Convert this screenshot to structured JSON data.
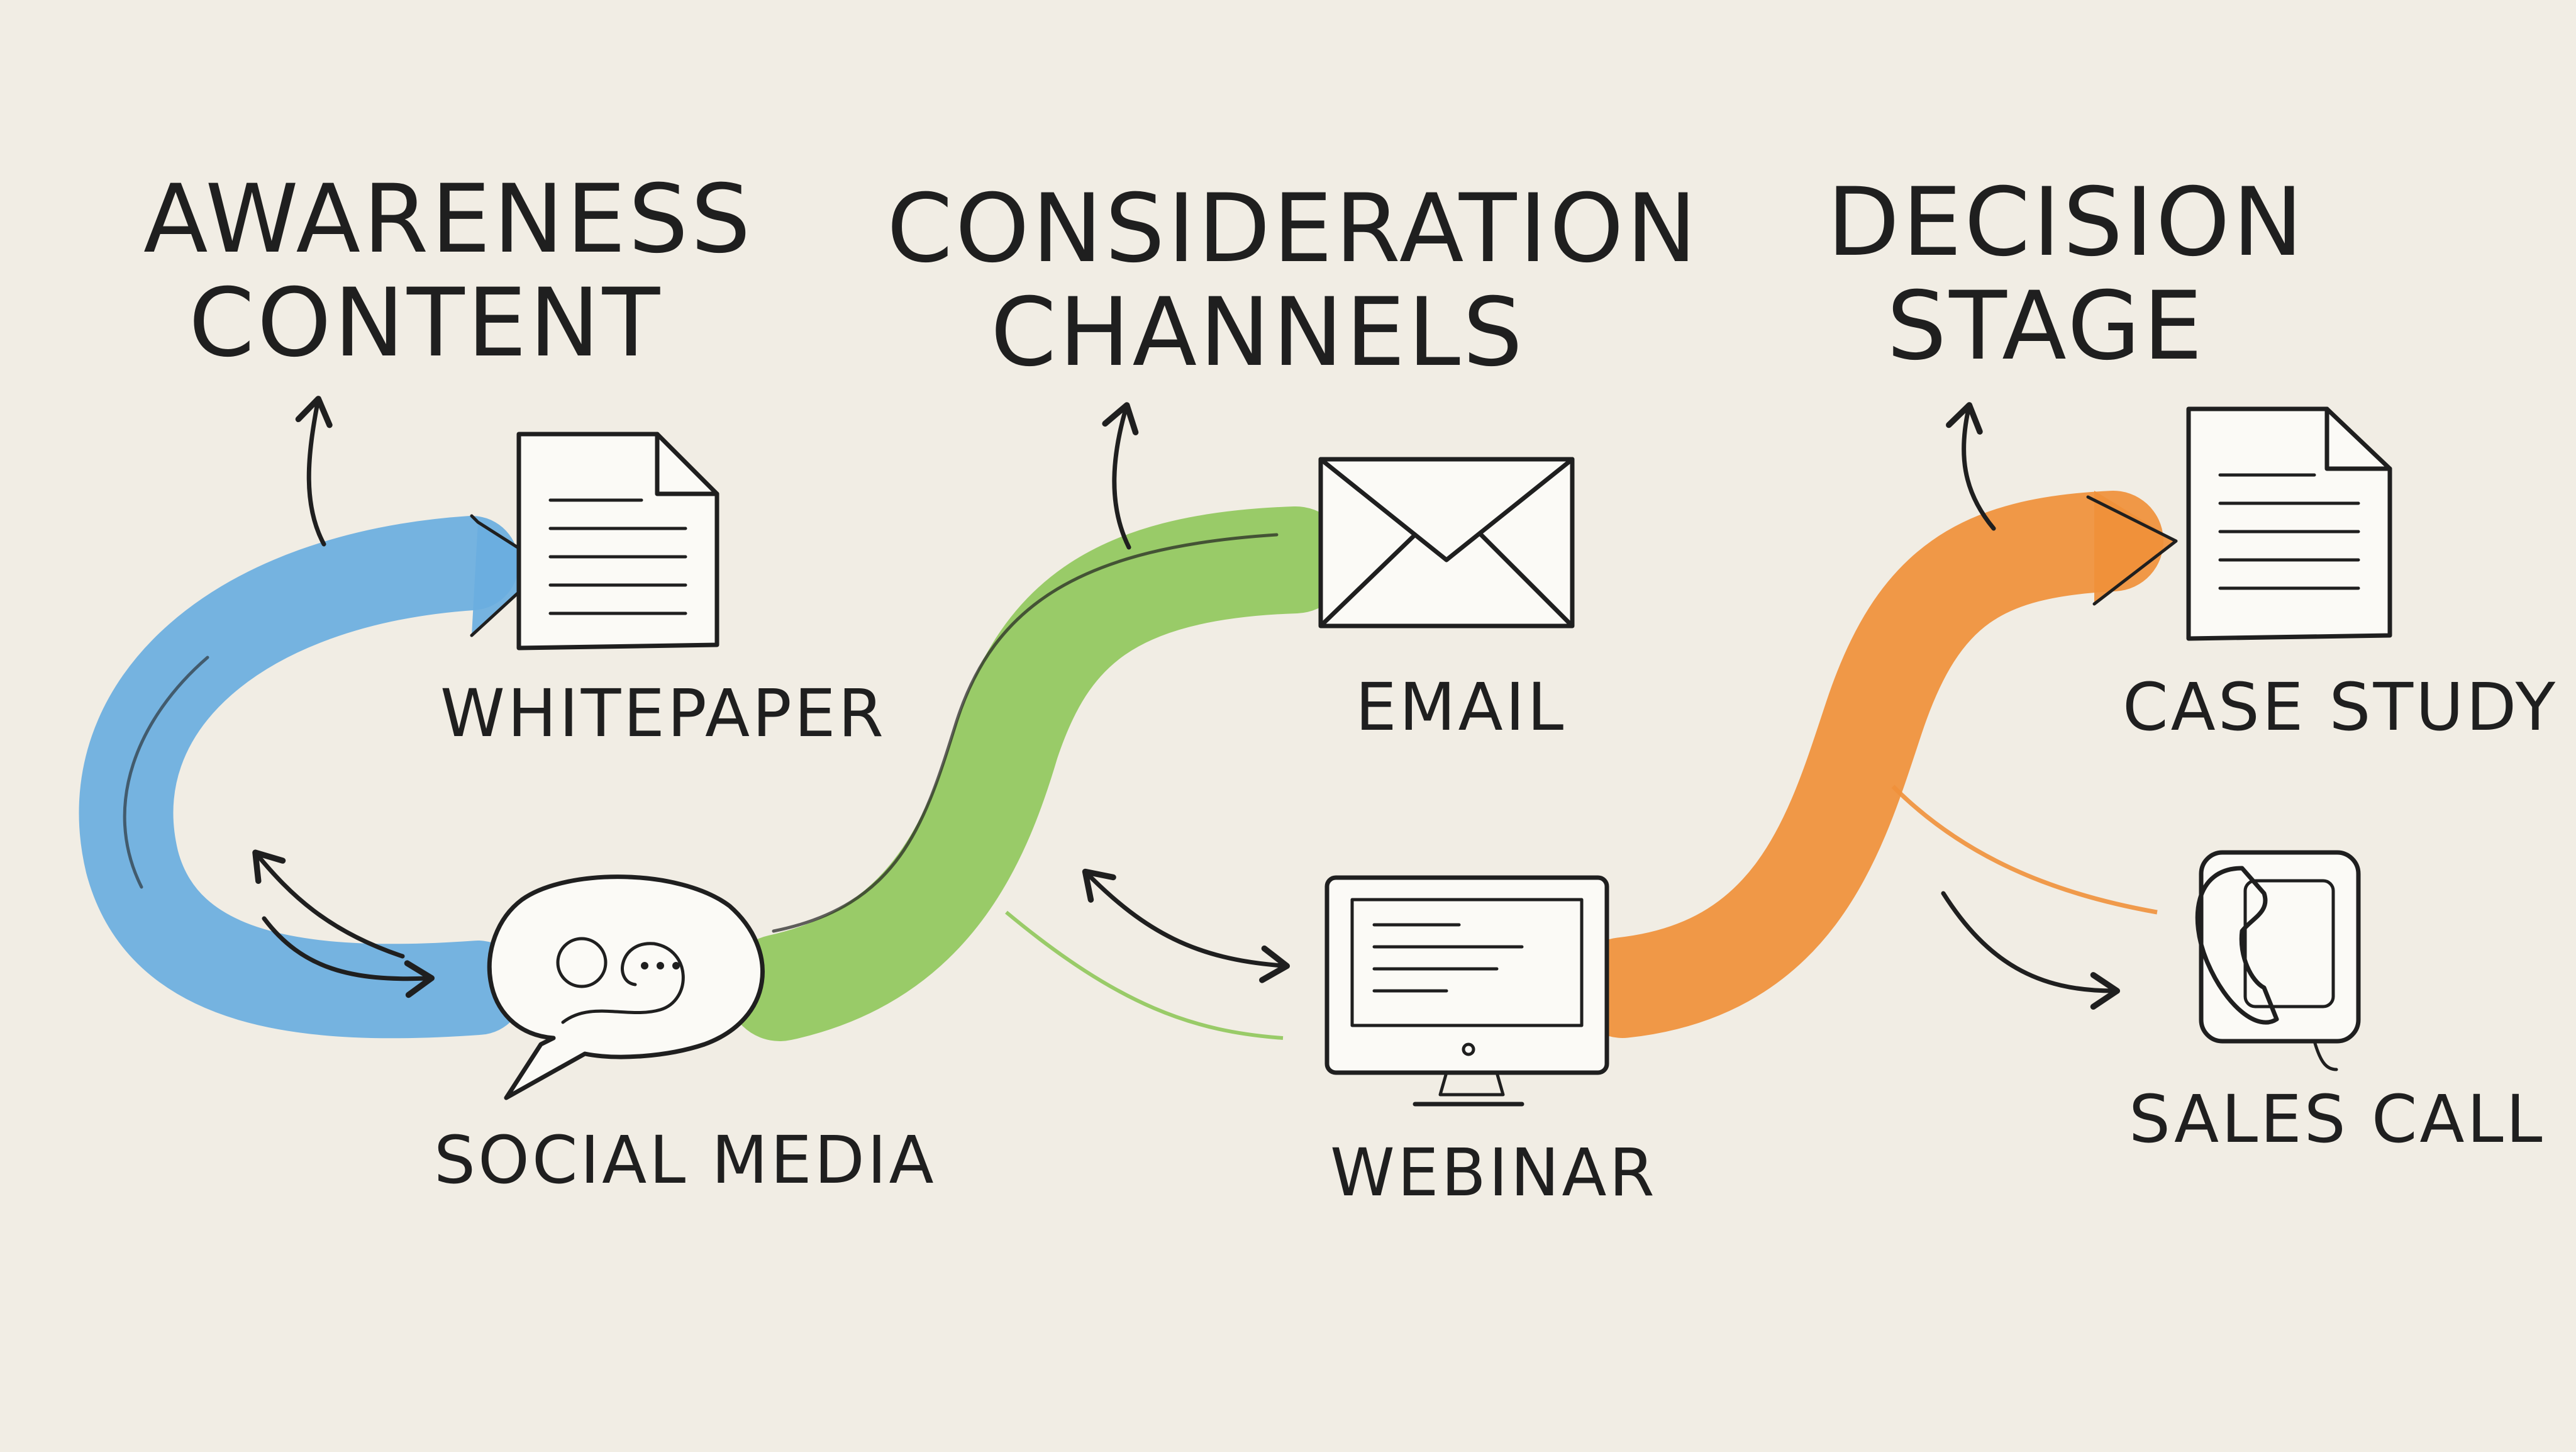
{
  "stages": [
    {
      "heading_line1": "AWARENESS",
      "heading_line2": "CONTENT",
      "color": "#6aaee0"
    },
    {
      "heading_line1": "CONSIDERATION",
      "heading_line2": "CHANNELS",
      "color": "#8fc65a"
    },
    {
      "heading_line1": "DECISION",
      "heading_line2": "STAGE",
      "color": "#f0903a"
    }
  ],
  "nodes": {
    "whitepaper": {
      "label": "WHITEPAPER",
      "icon": "document-icon"
    },
    "social_media": {
      "label": "SOCIAL MEDIA",
      "icon": "speech-bubble-icon"
    },
    "email": {
      "label": "EMAIL",
      "icon": "envelope-icon"
    },
    "webinar": {
      "label": "WEBINAR",
      "icon": "monitor-icon"
    },
    "case_study": {
      "label": "CASE STUDY",
      "icon": "document-icon"
    },
    "sales_call": {
      "label": "SALES CALL",
      "icon": "phone-icon"
    }
  },
  "colors": {
    "background": "#f1ede4",
    "ink": "#1f1f1f",
    "blue": "#6aaee0",
    "green": "#8fc65a",
    "orange": "#f0903a"
  }
}
